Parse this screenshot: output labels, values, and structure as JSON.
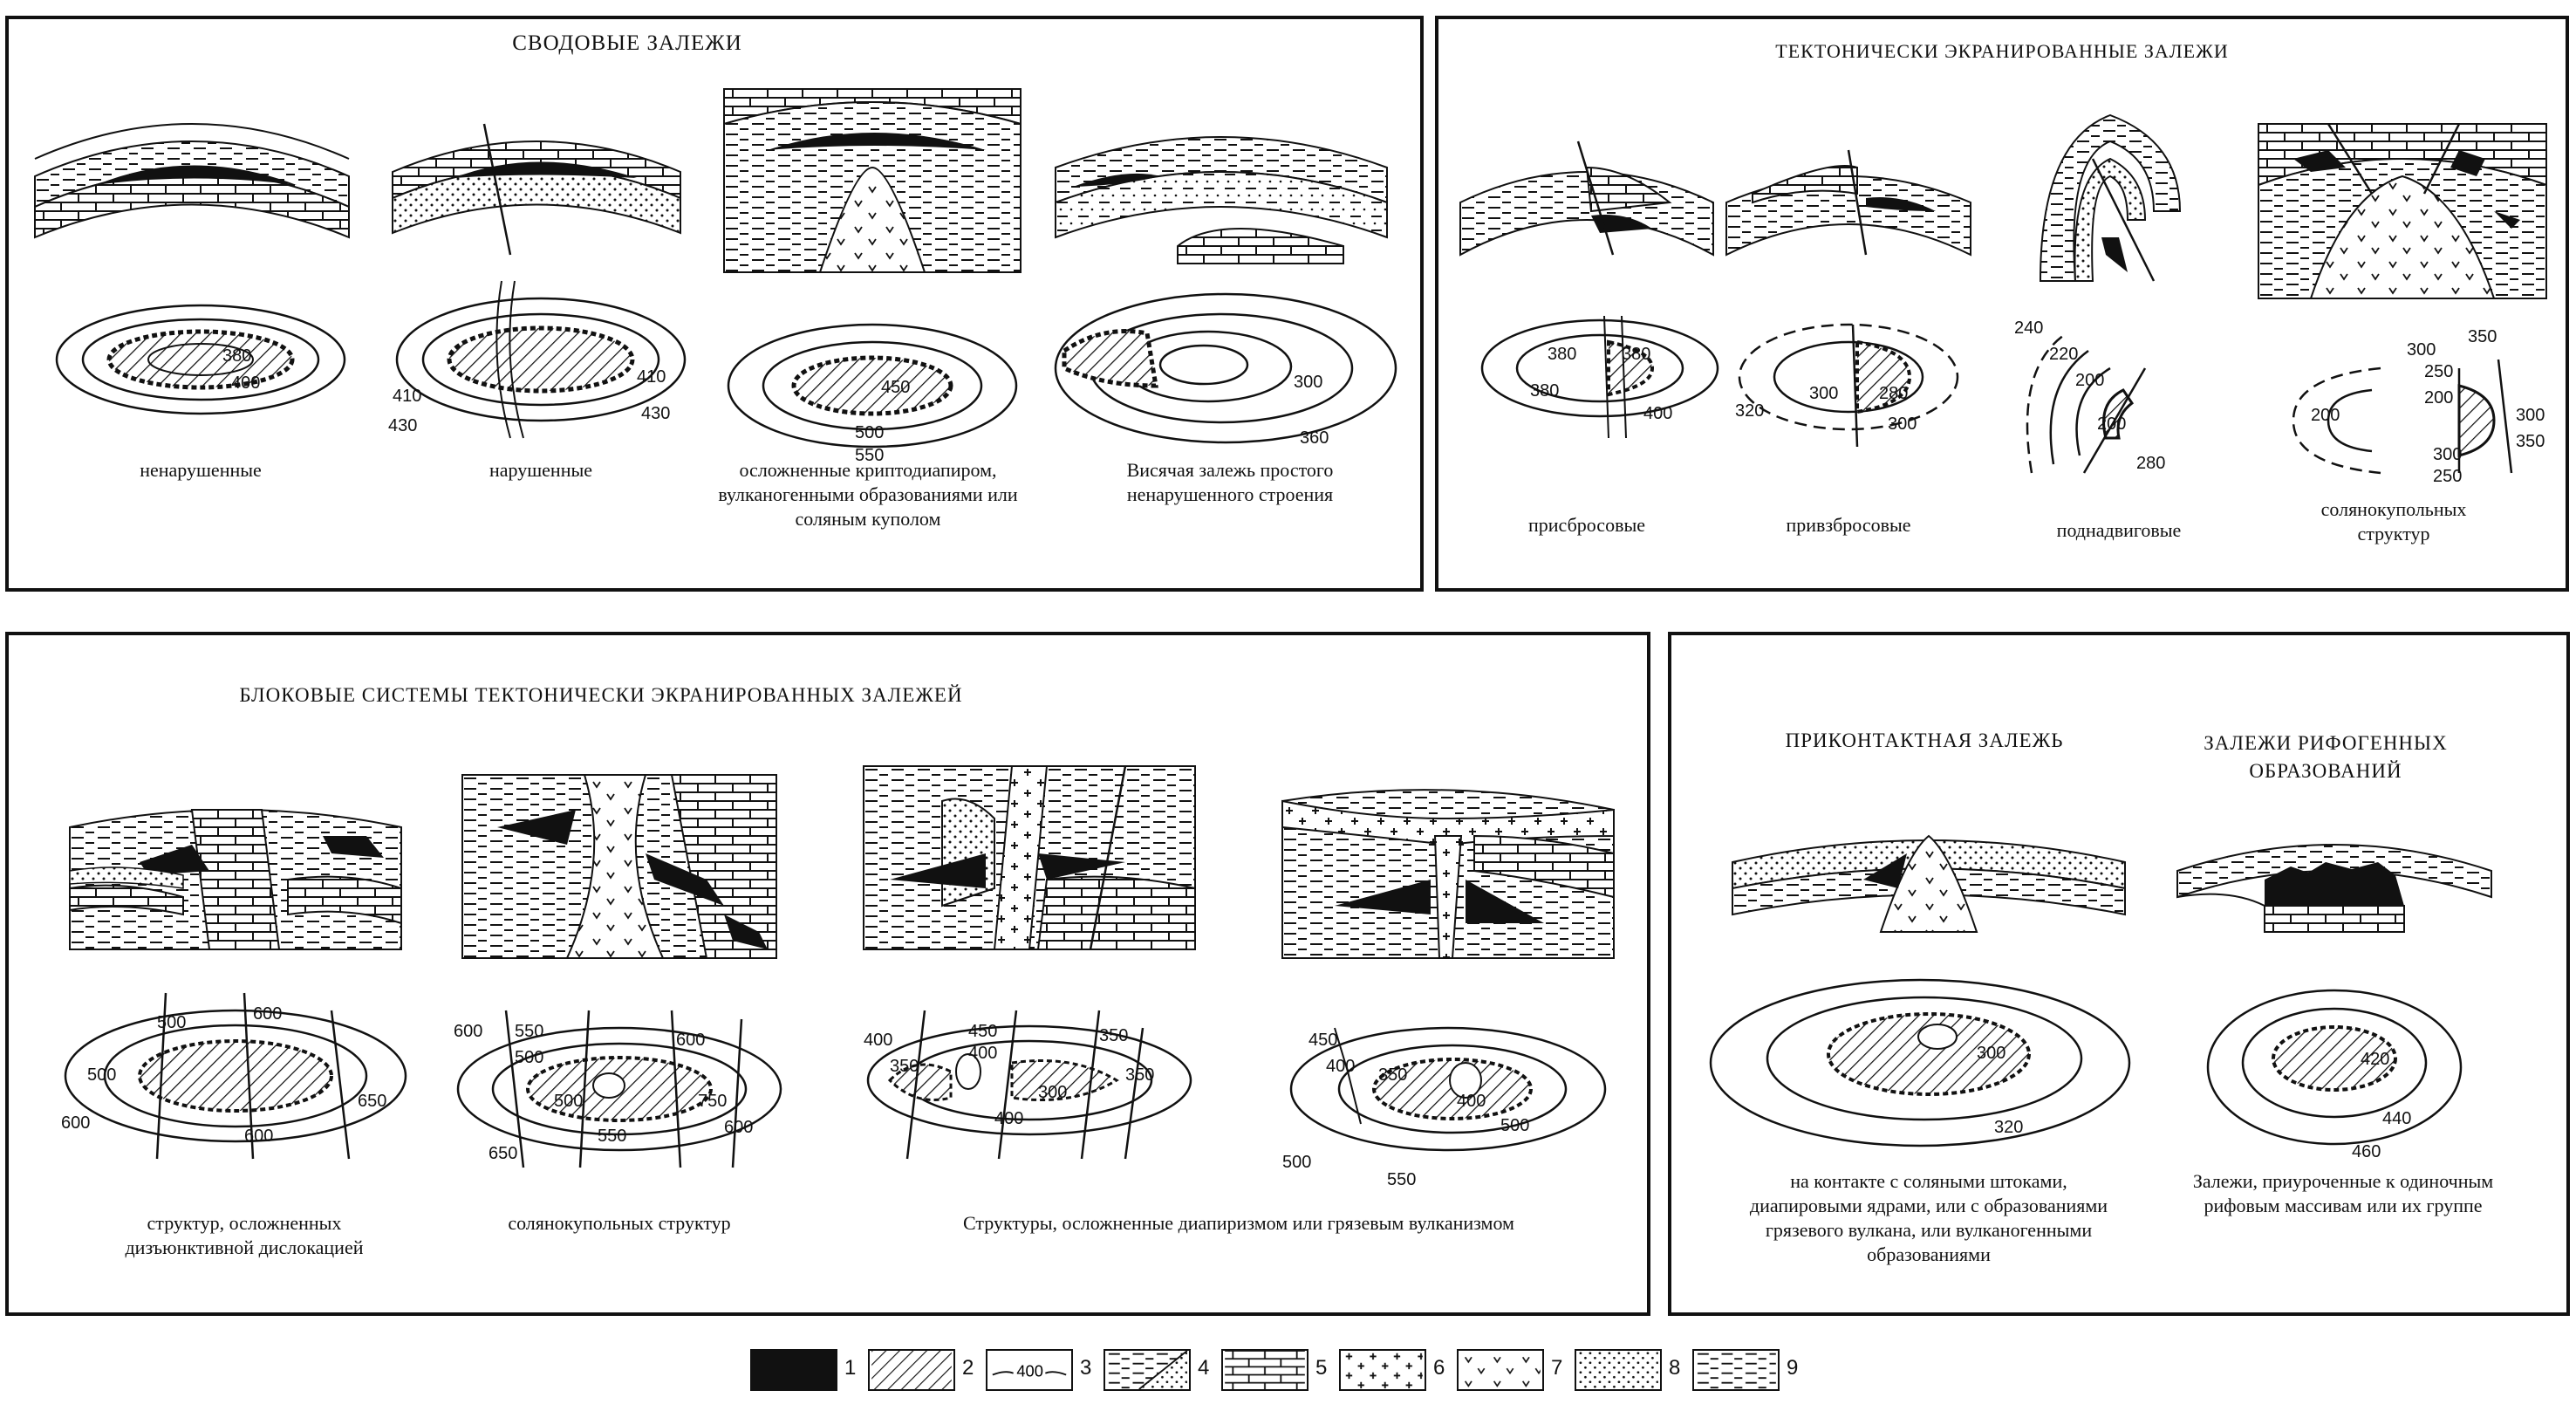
{
  "panels": {
    "arch": {
      "title": "СВОДОВЫЕ ЗАЛЕЖИ",
      "captions": [
        "ненарушенные",
        "нарушенные",
        "осложненные криптодиапиром, вулканогенными образованиями или соляным куполом",
        "Висячая залежь простого ненарушенного строения"
      ],
      "contours": [
        [
          "380",
          "400"
        ],
        [
          "410",
          "410",
          "430",
          "430"
        ],
        [
          "450",
          "500",
          "550"
        ],
        [
          "300",
          "360"
        ]
      ]
    },
    "tectonic": {
      "title": "ТЕКТОНИЧЕСКИ ЭКРАНИРОВАННЫЕ ЗАЛЕЖИ",
      "captions": [
        "присбросовые",
        "привзбросовые",
        "поднадвиговые",
        "солянокупольных структур"
      ],
      "contours": [
        [
          "380",
          "380",
          "380",
          "400"
        ],
        [
          "320",
          "300",
          "280",
          "300"
        ],
        [
          "240",
          "220",
          "200",
          "200",
          "280"
        ],
        [
          "300",
          "250",
          "200",
          "350",
          "300",
          "250",
          "300",
          "350",
          "200"
        ]
      ]
    },
    "block": {
      "title": "БЛОКОВЫЕ СИСТЕМЫ ТЕКТОНИЧЕСКИ ЭКРАНИРОВАННЫХ ЗАЛЕЖЕЙ",
      "captions": [
        "структур, осложненных дизъюнктивной дислокацией",
        "солянокупольных структур",
        "Структуры, осложненные диапиризмом или грязевым вулканизмом"
      ],
      "contours": [
        [
          "500",
          "600",
          "500",
          "600",
          "600",
          "650"
        ],
        [
          "600",
          "550",
          "500",
          "600",
          "500",
          "550",
          "650",
          "750",
          "600"
        ],
        [
          "400",
          "350",
          "450",
          "400",
          "350",
          "350",
          "300",
          "400"
        ],
        [
          "450",
          "400",
          "350",
          "400",
          "500",
          "550",
          "500"
        ]
      ]
    },
    "contact": {
      "title": "ПРИКОНТАКТНАЯ ЗАЛЕЖЬ",
      "caption": "на контакте с соляными штоками, диапировыми ядрами, или с образованиями грязевого вулкана, или вулканогенными образованиями",
      "contours": [
        "300",
        "320"
      ]
    },
    "reef": {
      "title": "ЗАЛЕЖИ РИФОГЕННЫХ ОБРАЗОВАНИЙ",
      "caption": "Залежи, приуроченные к одиночным рифовым массивам или их группе",
      "contours": [
        "420",
        "440",
        "460"
      ]
    }
  },
  "legend": [
    {
      "num": "1",
      "pattern": "oil-black",
      "label": ""
    },
    {
      "num": "2",
      "pattern": "hatch",
      "label": ""
    },
    {
      "num": "3",
      "pattern": "contour-line",
      "label": "400"
    },
    {
      "num": "4",
      "pattern": "shale-sand",
      "label": ""
    },
    {
      "num": "5",
      "pattern": "limestone",
      "label": ""
    },
    {
      "num": "6",
      "pattern": "crosses",
      "label": ""
    },
    {
      "num": "7",
      "pattern": "volcanic",
      "label": ""
    },
    {
      "num": "8",
      "pattern": "sand-dots",
      "label": ""
    },
    {
      "num": "9",
      "pattern": "dashes",
      "label": ""
    }
  ],
  "colors": {
    "ink": "#111111",
    "paper": "#ffffff"
  }
}
